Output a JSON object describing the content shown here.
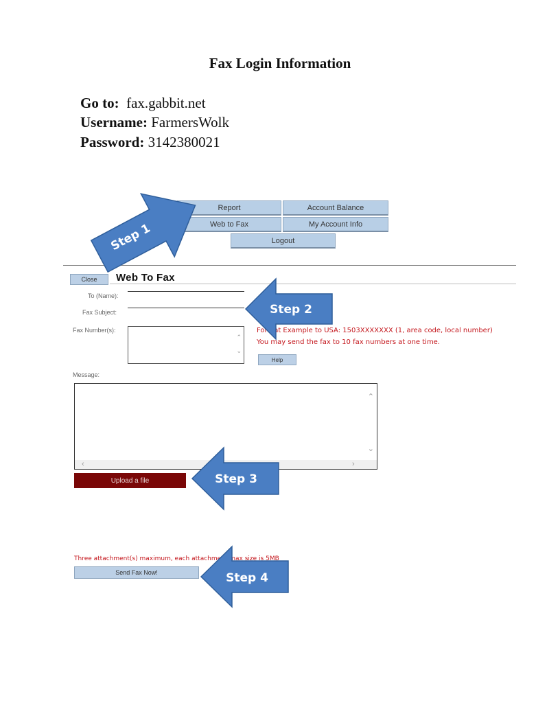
{
  "document": {
    "title": "Fax Login Information",
    "goto_label": "Go to:",
    "goto_value": "fax.gabbit.net",
    "username_label": "Username:",
    "username_value": "FarmersWolk",
    "password_label": "Password:",
    "password_value": "3142380021"
  },
  "nav": {
    "report": "Report",
    "account_balance": "Account Balance",
    "web_to_fax": "Web to Fax",
    "my_account_info": "My Account Info",
    "logout": "Logout"
  },
  "panel": {
    "close_label": "Close",
    "title": "Web To Fax",
    "to_label": "To (Name):",
    "subject_label": "Fax Subject:",
    "fax_numbers_label": "Fax Number(s):",
    "format_hint": "Format Example to USA: 1503XXXXXXX (1, area code, local number)",
    "limit_hint": "You may send the fax to 10 fax numbers at one time.",
    "help_label": "Help",
    "message_label": "Message:",
    "upload_label": "Upload a file",
    "attachment_hint": "Three attachment(s) maximum, each attachment max size is 5MB",
    "send_label": "Send Fax Now!"
  },
  "callouts": {
    "step1": "Step 1",
    "step2": "Step 2",
    "step3": "Step 3",
    "step4": "Step 4"
  },
  "colors": {
    "arrow_fill": "#4a7ec3",
    "nav_button": "#b8cfe6",
    "upload_button": "#7a0707",
    "hint_text": "#c4161c"
  }
}
